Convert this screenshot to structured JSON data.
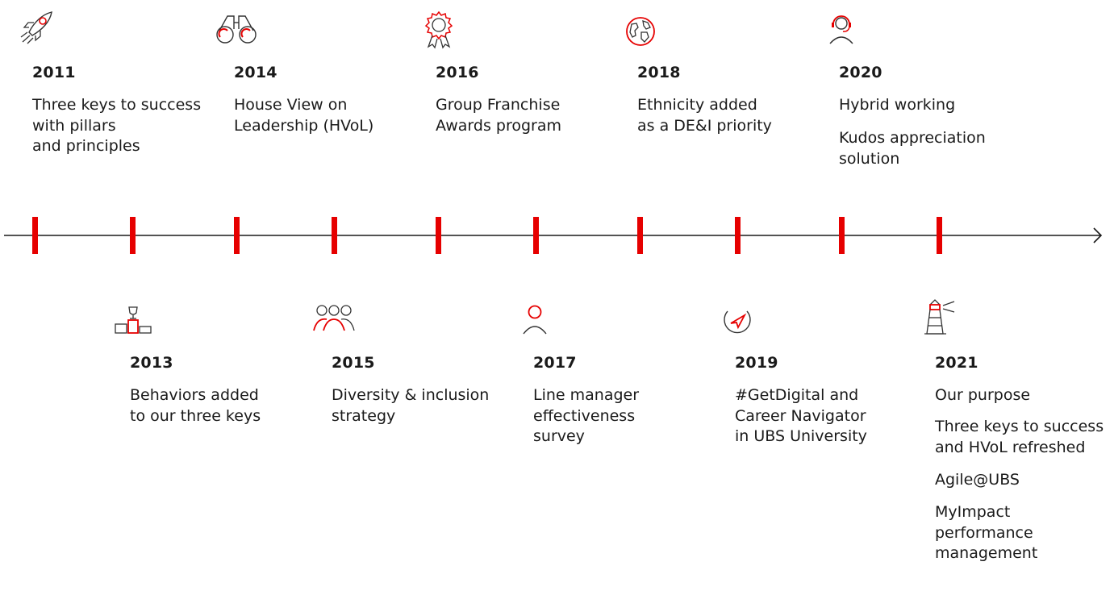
{
  "accent_color": "#e60000",
  "line_color": "#1a1a1a",
  "milestones": [
    {
      "year": "2011",
      "icon": "rocket-icon",
      "items": [
        "Three keys to success\nwith pillars\nand principles"
      ]
    },
    {
      "year": "2013",
      "icon": "podium-trophy-icon",
      "items": [
        "Behaviors added\nto our three keys"
      ]
    },
    {
      "year": "2014",
      "icon": "binoculars-icon",
      "items": [
        "House View on\nLeadership (HVoL)"
      ]
    },
    {
      "year": "2015",
      "icon": "group-people-icon",
      "items": [
        "Diversity & inclusion\nstrategy"
      ]
    },
    {
      "year": "2016",
      "icon": "award-rosette-icon",
      "items": [
        "Group Franchise\nAwards program"
      ]
    },
    {
      "year": "2017",
      "icon": "person-icon",
      "items": [
        "Line manager\neffectiveness\nsurvey"
      ]
    },
    {
      "year": "2018",
      "icon": "globe-icon",
      "items": [
        "Ethnicity added\nas a DE&I priority"
      ]
    },
    {
      "year": "2019",
      "icon": "compass-icon",
      "items": [
        "#GetDigital and\nCareer Navigator\nin UBS University"
      ]
    },
    {
      "year": "2020",
      "icon": "headset-person-icon",
      "items": [
        "Hybrid working",
        "Kudos appreciation\nsolution"
      ]
    },
    {
      "year": "2021",
      "icon": "lighthouse-icon",
      "items": [
        "Our purpose",
        "Three keys to success\nand HVoL refreshed",
        "Agile@UBS",
        "MyImpact\nperformance\nmanagement"
      ]
    }
  ]
}
